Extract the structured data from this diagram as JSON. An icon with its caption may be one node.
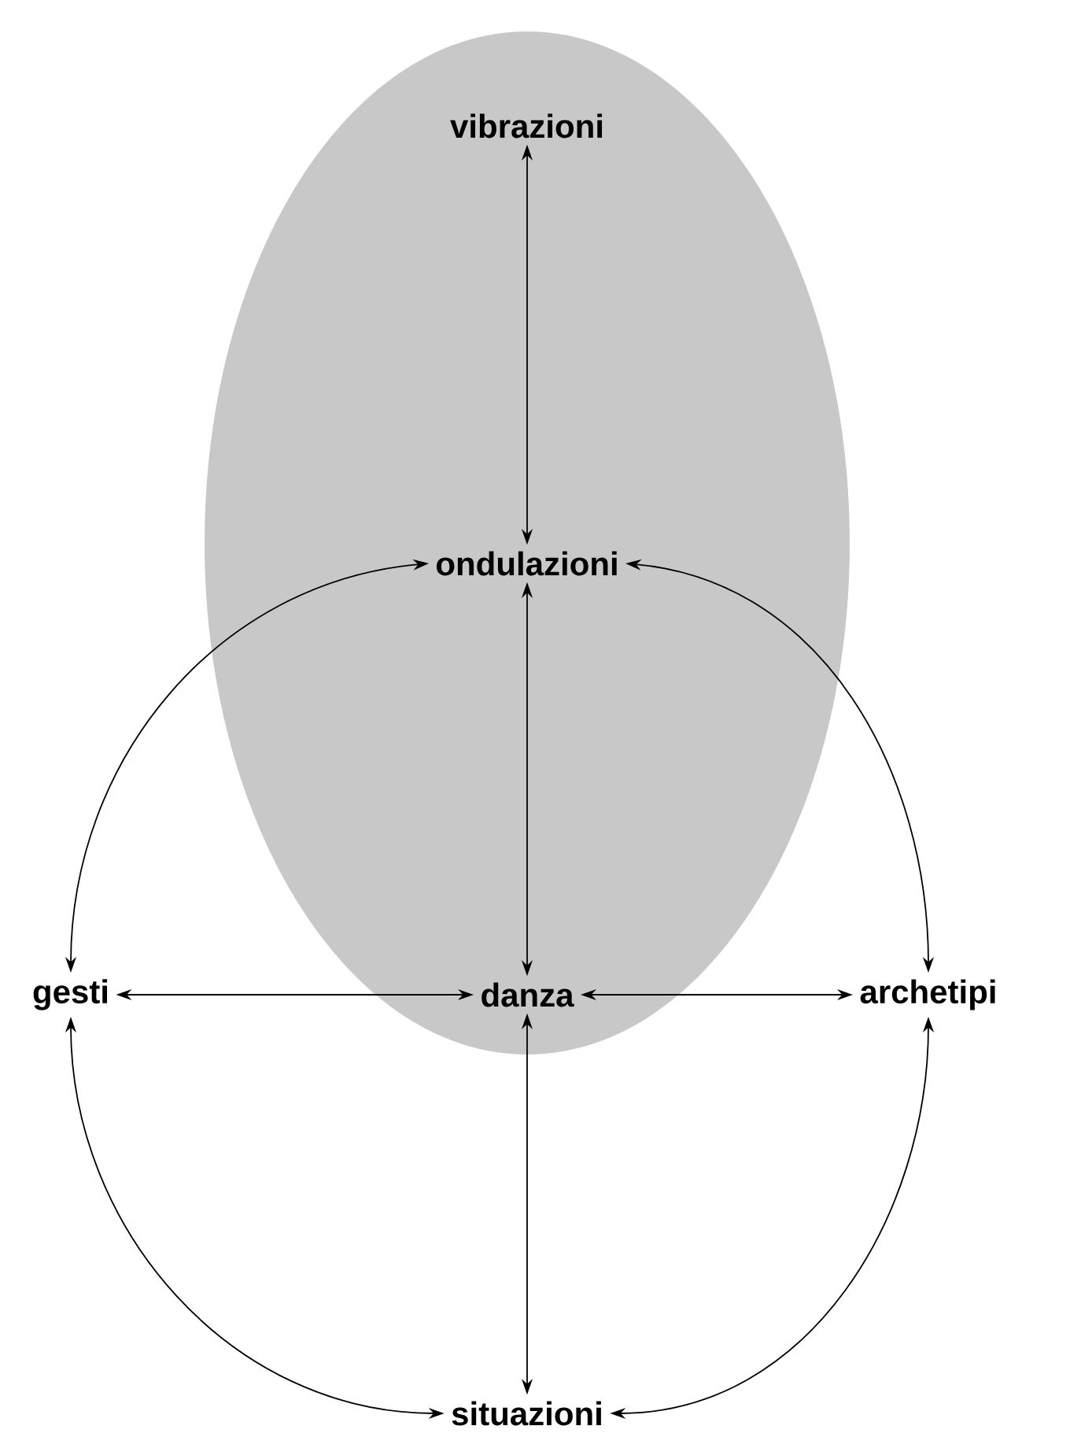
{
  "diagram": {
    "nodes": [
      {
        "text": [],
        "shape": "ellipse"
      },
      {
        "text": [
          "vibrazioni"
        ],
        "in": 0
      },
      {
        "text": [
          "ondulazioni"
        ],
        "in": 0
      },
      {
        "text": [
          "gesti"
        ]
      },
      {
        "text": [
          "danza"
        ],
        "in": 0
      },
      {
        "text": [
          "archetipi"
        ]
      },
      {
        "text": [
          "situazioni"
        ]
      }
    ],
    "edges": [
      {
        "from": 1,
        "to": 2,
        "arrow": "both"
      },
      {
        "from": 2,
        "to": 4,
        "arrow": "both"
      },
      {
        "from": 2,
        "to": 3,
        "arrow": "both"
      },
      {
        "from": 2,
        "to": 5,
        "arrow": "both"
      },
      {
        "from": 3,
        "to": 4,
        "arrow": "both"
      },
      {
        "from": 4,
        "to": 5,
        "arrow": "both"
      },
      {
        "from": 4,
        "to": 6,
        "arrow": "both"
      },
      {
        "from": 3,
        "to": 6,
        "arrow": "both"
      },
      {
        "from": 5,
        "to": 6,
        "arrow": "both"
      }
    ]
  }
}
